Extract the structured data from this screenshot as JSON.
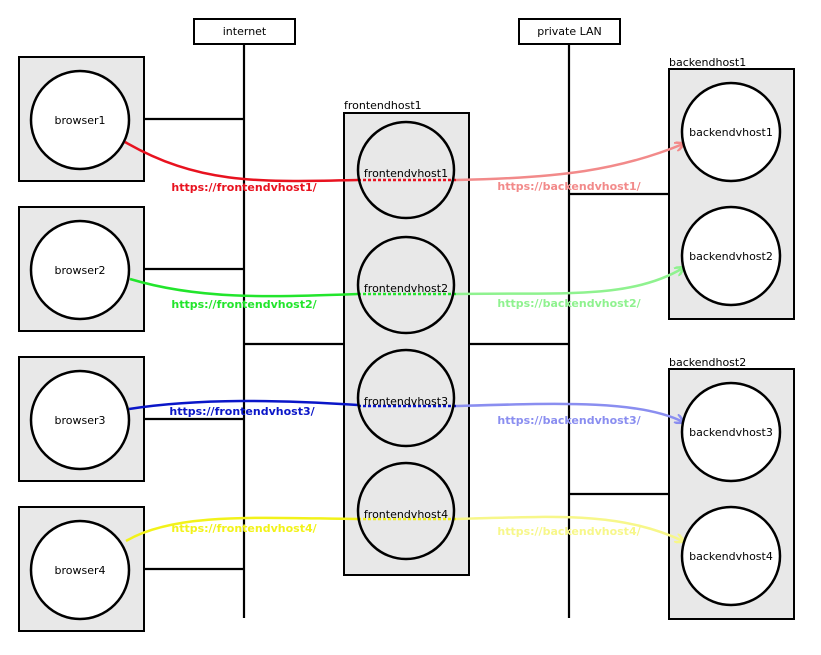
{
  "buses": {
    "internet": "internet",
    "private_lan": "private LAN"
  },
  "browsers": [
    "browser1",
    "browser2",
    "browser3",
    "browser4"
  ],
  "frontend_host": {
    "label": "frontendhost1",
    "vhosts": [
      "frontendvhost1",
      "frontendvhost2",
      "frontendvhost3",
      "frontendvhost4"
    ]
  },
  "backend_hosts": [
    {
      "label": "backendhost1",
      "vhosts": [
        "backendvhost1",
        "backendvhost2"
      ]
    },
    {
      "label": "backendhost2",
      "vhosts": [
        "backendvhost3",
        "backendvhost4"
      ]
    }
  ],
  "connections": [
    {
      "front_url": "https://frontendvhost1/",
      "back_url": "https://backendvhost1/",
      "front_color": "#e8121f",
      "back_color": "#f28a8a"
    },
    {
      "front_url": "https://frontendvhost2/",
      "back_url": "https://backendvhost2/",
      "front_color": "#22e52c",
      "back_color": "#8ff28f"
    },
    {
      "front_url": "https://frontendvhost3/",
      "back_url": "https://backendvhost3/",
      "front_color": "#0a16c8",
      "back_color": "#8a8ef0"
    },
    {
      "front_url": "https://frontendvhost4/",
      "back_url": "https://backendvhost4/",
      "front_color": "#f2f21a",
      "back_color": "#f7f78a"
    }
  ]
}
